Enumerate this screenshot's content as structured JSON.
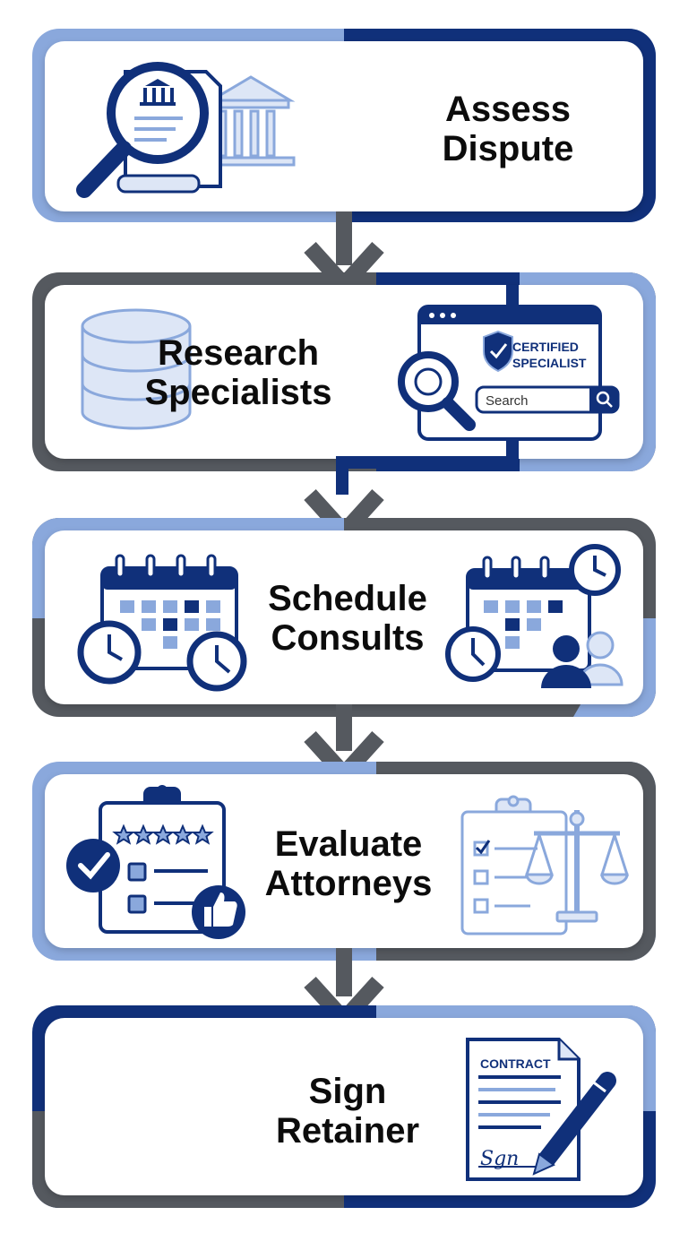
{
  "steps": [
    {
      "line1": "Assess",
      "line2": "Dispute"
    },
    {
      "line1": "Research",
      "line2": "Specialists"
    },
    {
      "line1": "Schedule",
      "line2": "Consults"
    },
    {
      "line1": "Evaluate",
      "line2": "Attorneys"
    },
    {
      "line1": "Sign",
      "line2": "Retainer"
    }
  ],
  "badge": {
    "line1": "CERTIFIED",
    "line2": "SPECIALIST"
  },
  "search": {
    "placeholder": "Search"
  },
  "contract": {
    "title": "CONTRACT",
    "signature": "Sgn"
  },
  "icons": {
    "step1": [
      "magnifier-document-icon",
      "courthouse-icon"
    ],
    "step2": [
      "database-icon",
      "browser-search-icon"
    ],
    "step3": [
      "calendar-clock-icon",
      "calendar-people-icon"
    ],
    "step4": [
      "checklist-rating-icon",
      "scales-of-justice-icon"
    ],
    "step5": [
      "contract-pen-icon"
    ]
  },
  "colors": {
    "navy": "#10307a",
    "light_blue": "#8aa8dc",
    "gray": "#55595f",
    "pale_blue": "#dde6f6"
  }
}
